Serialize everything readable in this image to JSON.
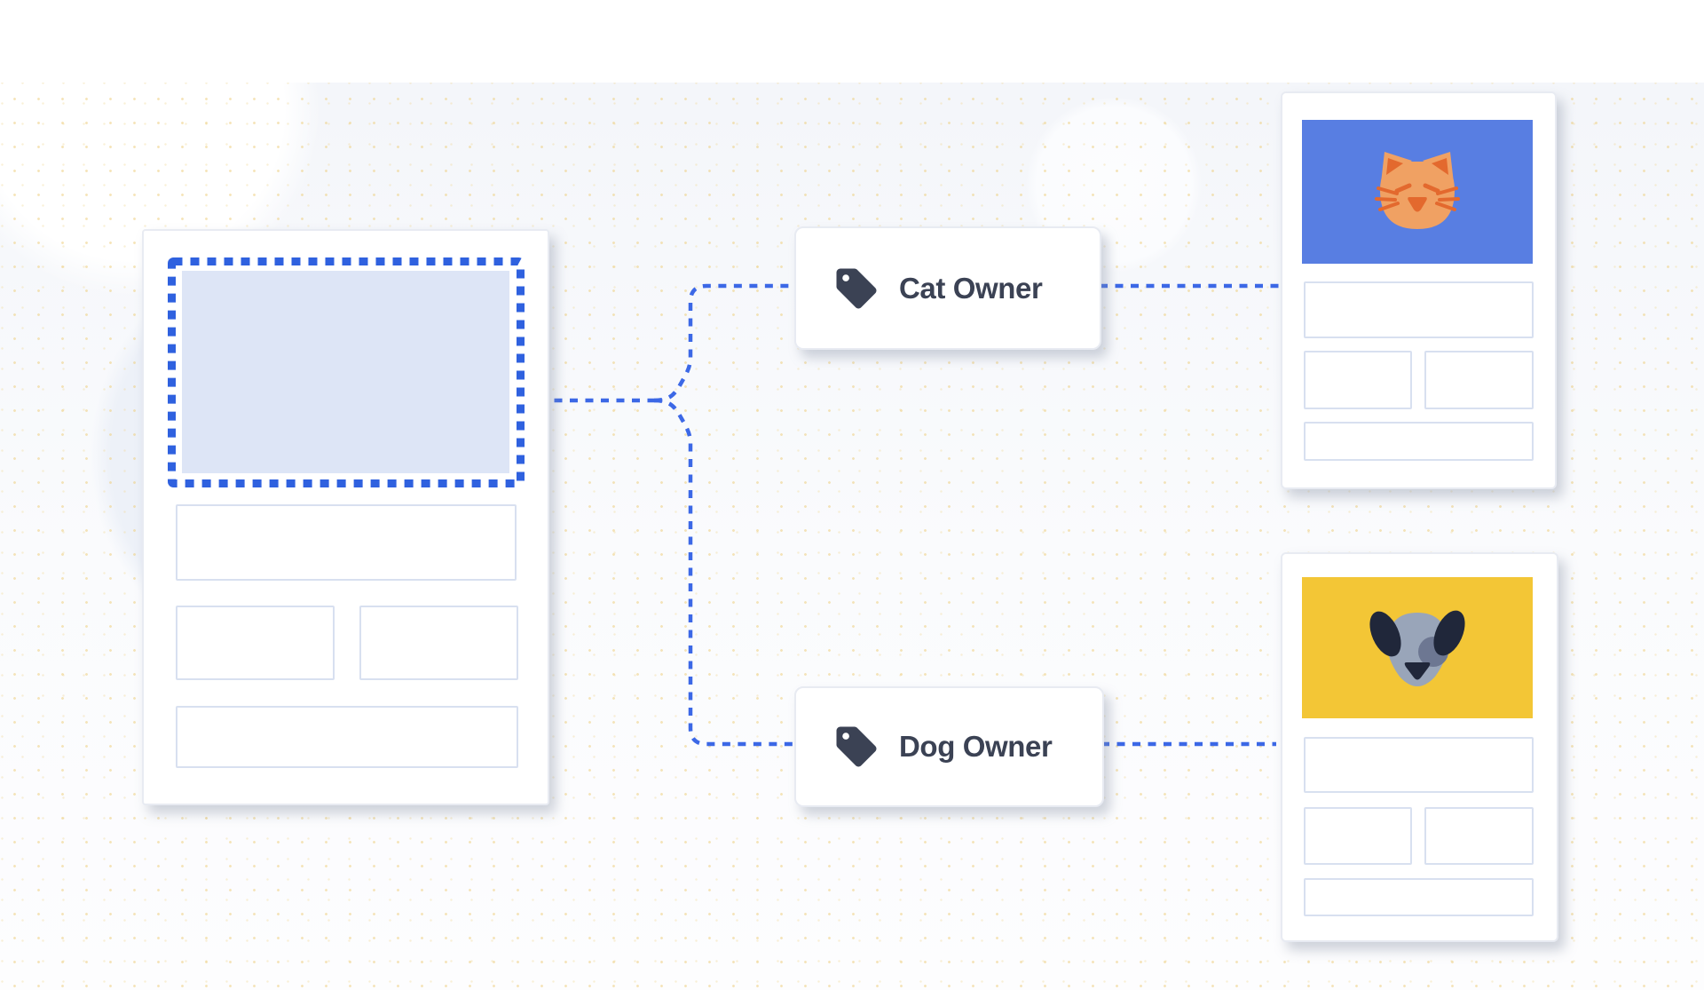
{
  "diagram": {
    "description_labels": {
      "cat_tag": "Cat Owner",
      "dog_tag": "Dog Owner"
    }
  },
  "tags": [
    {
      "id": "cat",
      "label": "Cat Owner",
      "icon": "tag-icon"
    },
    {
      "id": "dog",
      "label": "Dog Owner",
      "icon": "tag-icon"
    }
  ],
  "profile_cards": [
    {
      "id": "cat",
      "banner_color": "#587ee2",
      "pet_icon": "cat-icon"
    },
    {
      "id": "dog",
      "banner_color": "#f3c636",
      "pet_icon": "dog-icon"
    }
  ],
  "colors": {
    "accent-blue": "#2f61df",
    "connector-blue": "#3c68e6",
    "selection-fill": "#dde5f6",
    "wire-border": "#d8e0f0",
    "card-border": "#e8ebf2",
    "banner-blue": "#587ee2",
    "banner-yellow": "#f3c636",
    "cat-orange": "#f0a163",
    "cat-orange-dark": "#e3692e",
    "dog-gray": "#99a5b9",
    "dog-dark": "#20273a",
    "dog-patch": "#6d7792",
    "text-dark": "#3b4254"
  }
}
